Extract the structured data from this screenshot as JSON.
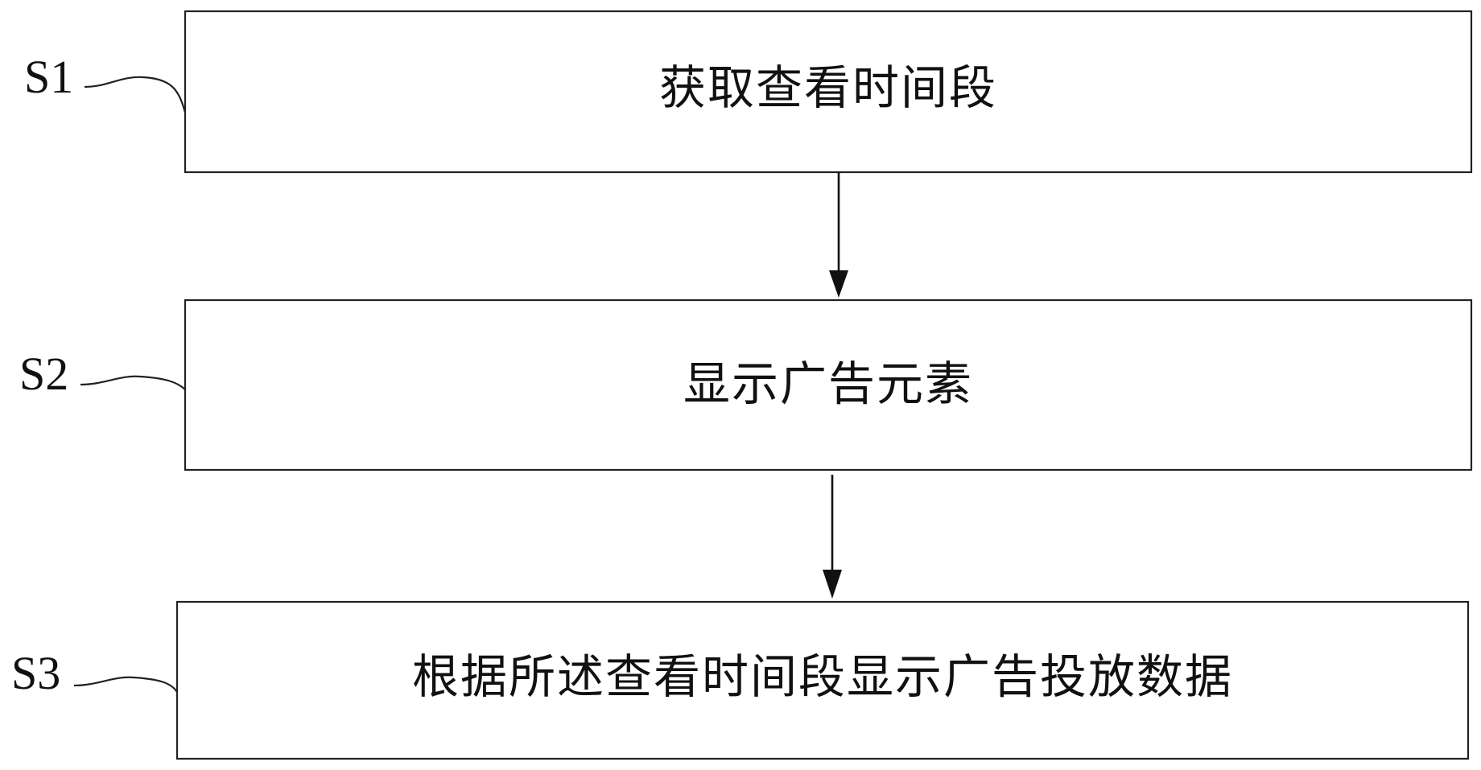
{
  "steps": [
    {
      "id": "S1",
      "text": "获取查看时间段"
    },
    {
      "id": "S2",
      "text": "显示广告元素"
    },
    {
      "id": "S3",
      "text": "根据所述查看时间段显示广告投放数据"
    }
  ]
}
